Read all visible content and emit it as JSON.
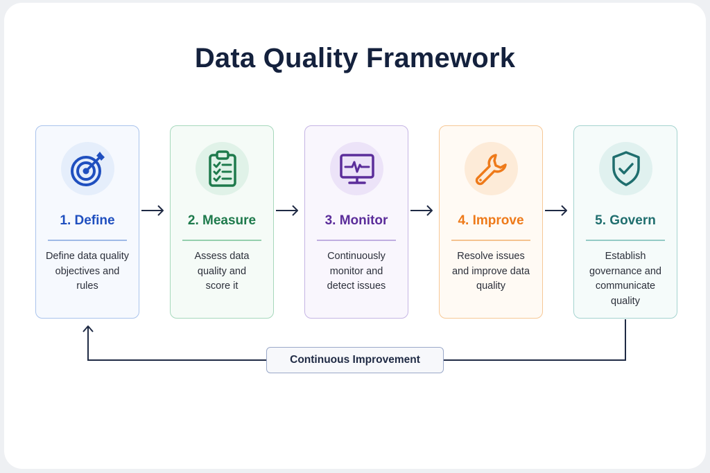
{
  "title": "Data Quality Framework",
  "steps": [
    {
      "title": "1. Define",
      "desc": [
        "Define data quality",
        "objectives and",
        "rules"
      ],
      "icon": "target-icon",
      "accent": "#1f4fbf",
      "border": "#a9c3ec",
      "bg": "#f6f9fe",
      "circle": "#e5eefb",
      "divider": "#9fb9e6"
    },
    {
      "title": "2. Measure",
      "desc": [
        "Assess data",
        "quality and",
        "score it"
      ],
      "icon": "clipboard-checklist-icon",
      "accent": "#1e7a4c",
      "border": "#a6d8bc",
      "bg": "#f5fbf7",
      "circle": "#e0f2e8",
      "divider": "#95cfae"
    },
    {
      "title": "3. Monitor",
      "desc": [
        "Continuously",
        "monitor and",
        "detect issues"
      ],
      "icon": "monitor-pulse-icon",
      "accent": "#5b2d9a",
      "border": "#c5b4e4",
      "bg": "#f9f6fd",
      "circle": "#ece3f8",
      "divider": "#bfaee0"
    },
    {
      "title": "4. Improve",
      "desc": [
        "Resolve issues",
        "and improve data",
        "quality"
      ],
      "icon": "wrench-icon",
      "accent": "#ee7a1a",
      "border": "#f6c896",
      "bg": "#fffaf4",
      "circle": "#fdebd8",
      "divider": "#f4c290"
    },
    {
      "title": "5. Govern",
      "desc": [
        "Establish",
        "governance and",
        "communicate",
        "quality"
      ],
      "icon": "shield-check-icon",
      "accent": "#1f6e6e",
      "border": "#a4d3cf",
      "bg": "#f5fbfa",
      "circle": "#e0f1ef",
      "divider": "#94cac5"
    }
  ],
  "loop_label": "Continuous Improvement",
  "colors": {
    "title": "#14213d",
    "connector": "#1f2a44",
    "loop_box_border": "#9aa8c8"
  }
}
